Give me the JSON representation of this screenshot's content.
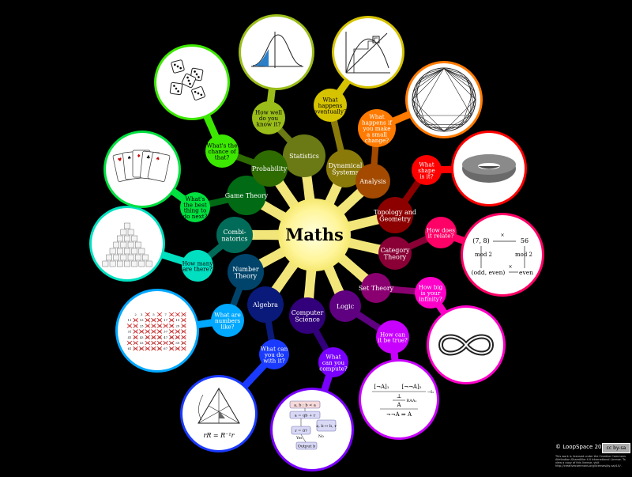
{
  "center": {
    "label": "Maths"
  },
  "topics": [
    {
      "id": "statistics",
      "label": [
        "Statistics"
      ],
      "question": [
        "How well",
        "do you",
        "know it?"
      ],
      "color": "#6b7a14",
      "qcolor": "#9bbd1a",
      "icon": "normal-distribution-icon"
    },
    {
      "id": "dynamical-systems",
      "label": [
        "Dynamical",
        "Systems"
      ],
      "question": [
        "What",
        "happens",
        "eventually?"
      ],
      "color": "#8a7a0a",
      "qcolor": "#d6c300",
      "icon": "cobweb-plot-icon"
    },
    {
      "id": "analysis",
      "label": [
        "Analysis"
      ],
      "question": [
        "What",
        "happens if",
        "you make",
        "a small",
        "change?"
      ],
      "color": "#a34a00",
      "qcolor": "#ff7a00",
      "icon": "polygon-circle-icon"
    },
    {
      "id": "topology-geometry",
      "label": [
        "Topology and",
        "Geometry"
      ],
      "question": [
        "What",
        "shape",
        "is it?"
      ],
      "color": "#8c0000",
      "qcolor": "#ff0000",
      "icon": "torus-icon"
    },
    {
      "id": "category-theory",
      "label": [
        "Category",
        "Theory"
      ],
      "question": [
        "How does",
        "it relate?"
      ],
      "color": "#8a0036",
      "qcolor": "#ff0066",
      "icon": "commutative-diagram-icon"
    },
    {
      "id": "set-theory",
      "label": [
        "Set Theory"
      ],
      "question": [
        "How big",
        "is your",
        "infinity?"
      ],
      "color": "#8a0070",
      "qcolor": "#ff00c8",
      "icon": "infinity-icon"
    },
    {
      "id": "logic",
      "label": [
        "Logic"
      ],
      "question": [
        "How can",
        "it be true?"
      ],
      "color": "#5e0080",
      "qcolor": "#c800ff",
      "icon": "proof-tree-icon"
    },
    {
      "id": "computer-science",
      "label": [
        "Computer",
        "Science"
      ],
      "question": [
        "What",
        "can you",
        "compute?"
      ],
      "color": "#32007a",
      "qcolor": "#7a00ff",
      "icon": "flowchart-icon"
    },
    {
      "id": "algebra",
      "label": [
        "Algebra"
      ],
      "question": [
        "What can",
        "you do",
        "with it?"
      ],
      "color": "#0a1a7a",
      "qcolor": "#1a3aff",
      "icon": "triangle-symmetry-icon"
    },
    {
      "id": "number-theory",
      "label": [
        "Number",
        "Theory"
      ],
      "question": [
        "What are",
        "numbers",
        "like?"
      ],
      "color": "#00446b",
      "qcolor": "#00a8ff",
      "icon": "sieve-icon"
    },
    {
      "id": "combinatorics",
      "label": [
        "Combi-",
        "natorics"
      ],
      "question": [
        "How many",
        "are there?"
      ],
      "color": "#006b58",
      "qcolor": "#00e0c0",
      "icon": "cube-pyramid-icon"
    },
    {
      "id": "game-theory",
      "label": [
        "Game Theory"
      ],
      "question": [
        "What's",
        "the best",
        "thing to",
        "do next?"
      ],
      "color": "#006b14",
      "qcolor": "#00e040",
      "icon": "playing-cards-icon"
    },
    {
      "id": "probability",
      "label": [
        "Probability"
      ],
      "question": [
        "What's the",
        "chance of",
        "that?"
      ],
      "color": "#2e6b00",
      "qcolor": "#3de800",
      "icon": "dice-icon"
    }
  ],
  "icons_text": {
    "category_diagram": [
      "(7, 8)",
      "56",
      "mod 2",
      "mod 2",
      "(odd, even)",
      "even",
      "×",
      "×"
    ],
    "algebra_caption": "rR = R⁻¹r",
    "logic_proof": [
      "[¬A]₁",
      "[¬¬A]₂",
      "⊥",
      "A",
      "¬¬A ⇒ A",
      "RAA₁",
      "→E",
      "→I₂"
    ],
    "flowchart": [
      "a, b : b < a",
      "a = qb + r",
      "r = 0?",
      "Output b",
      "a, b ↦ b, r",
      "Yes",
      "No"
    ],
    "sieve_numbers": [
      "2",
      "3",
      "4",
      "5",
      "6",
      "7",
      "8",
      "9",
      "10",
      "11",
      "12",
      "13",
      "14",
      "15",
      "16",
      "17",
      "18",
      "19",
      "20",
      "21",
      "22",
      "23",
      "24",
      "25",
      "26",
      "27",
      "28",
      "29",
      "30",
      "31",
      "32",
      "33",
      "34",
      "35",
      "36",
      "37",
      "38",
      "39",
      "40",
      "41",
      "42",
      "43",
      "44",
      "45",
      "46",
      "47",
      "48",
      "49",
      "50",
      "51",
      "52",
      "53",
      "54",
      "55",
      "56",
      "57",
      "58",
      "59",
      "60",
      "61",
      "62",
      "63",
      "64",
      "65",
      "66",
      "67",
      "68",
      "69",
      "70"
    ]
  },
  "footer": {
    "copyright": "© LoopSpace 2014",
    "license_badge": "cc by-sa",
    "license_text": "This work is licensed under the Creative Commons Attribution-ShareAlike 4.0 International License. To view a copy of this license, visit http://creativecommons.org/licenses/by-sa/4.0/."
  }
}
